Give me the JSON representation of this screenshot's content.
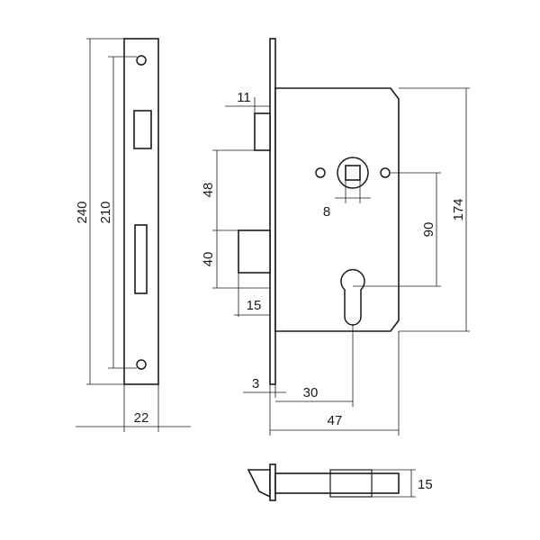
{
  "diagram": {
    "type": "technical drawing — mortise lock dimensions",
    "colors": {
      "line": "#1a1a1a",
      "background": "#ffffff"
    },
    "dimensions": {
      "faceplate_height": "240",
      "faceplate_hole_spacing": "210",
      "faceplate_width": "22",
      "latch_projection": "11",
      "latch_to_spindle": "48",
      "deadbolt_height": "40",
      "deadbolt_projection": "15",
      "spindle_square": "8",
      "body_height": "174",
      "spindle_to_cylinder": "90",
      "faceplate_thickness": "3",
      "backset": "30",
      "body_depth": "47",
      "body_thickness": "15"
    }
  }
}
